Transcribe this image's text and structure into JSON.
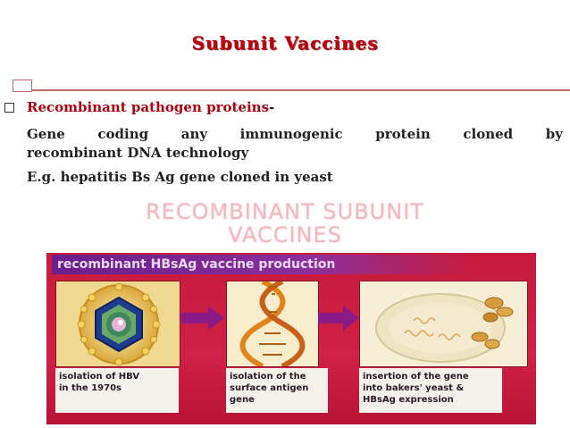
{
  "slide": {
    "title": "Subunit Vaccines",
    "point_heading": "Recombinant pathogen proteins",
    "point_dash": "-",
    "body_words": [
      "Gene",
      "coding",
      "any",
      "immunogenic",
      "protein",
      "cloned",
      "by"
    ],
    "body_line2": "recombinant DNA technology",
    "example": "E.g. hepatitis Bs Ag gene cloned in yeast"
  },
  "figure": {
    "title_line1": "RECOMBINANT SUBUNIT",
    "title_line2": "VACCINES",
    "header": "recombinant HBsAg vaccine production",
    "steps": [
      {
        "lines": [
          "isolation of HBV",
          "in the 1970s"
        ]
      },
      {
        "lines": [
          "isolation of the",
          "surface antigen",
          "gene"
        ]
      },
      {
        "lines": [
          "insertion of the gene",
          "into bakers' yeast &",
          "HBsAg expression"
        ]
      }
    ]
  },
  "colors": {
    "title_red": "#c0000a",
    "panel_red": "#c81b3c",
    "header_purple": "#6a1f8a",
    "accent_line": "#c26a6a"
  },
  "icons": {
    "bullet": "hollow-square-bullet",
    "arrows": "right-arrow"
  }
}
